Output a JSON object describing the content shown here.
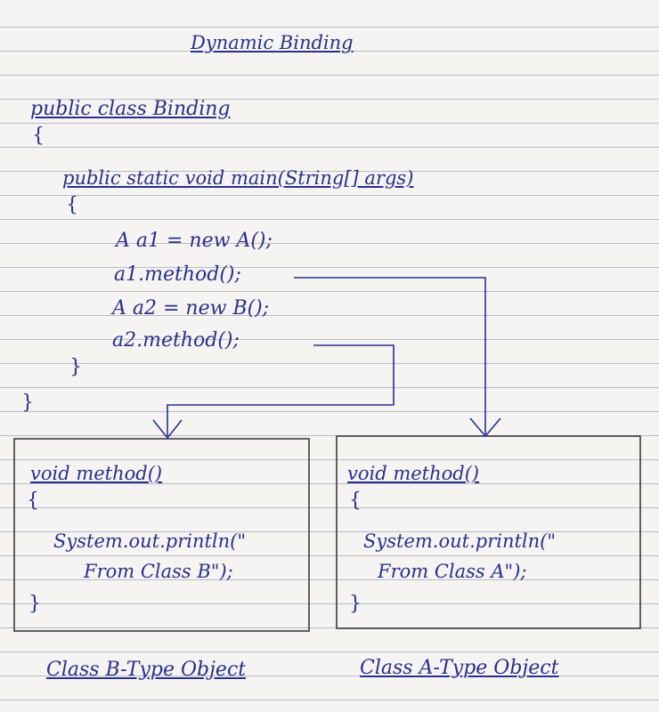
{
  "title": "Dynamic Binding",
  "code": {
    "class_decl": "public class Binding",
    "open_class": "{",
    "main_decl": "public static void main(String[] args)",
    "open_main": "{",
    "line1": "A a1 = new A();",
    "line2": "a1.method();",
    "line3": "A a2 = new B();",
    "line4": "a2.method();",
    "close_main": "}",
    "close_class": "}"
  },
  "box_b": {
    "signature": "void method()",
    "open": "{",
    "stmt1": "System.out.println(\"",
    "stmt2": "From Class B\");",
    "close": "}",
    "caption": "Class B-Type Object"
  },
  "box_a": {
    "signature": "void method()",
    "open": "{",
    "stmt1": "System.out.println(\"",
    "stmt2": "From Class A\");",
    "close": "}",
    "caption": "Class A-Type Object"
  },
  "colors": {
    "ink": "#2b2f8c",
    "box_border": "#3a3a40",
    "ruled_line": "#b9bcc4",
    "paper": "#f5f4f2"
  }
}
